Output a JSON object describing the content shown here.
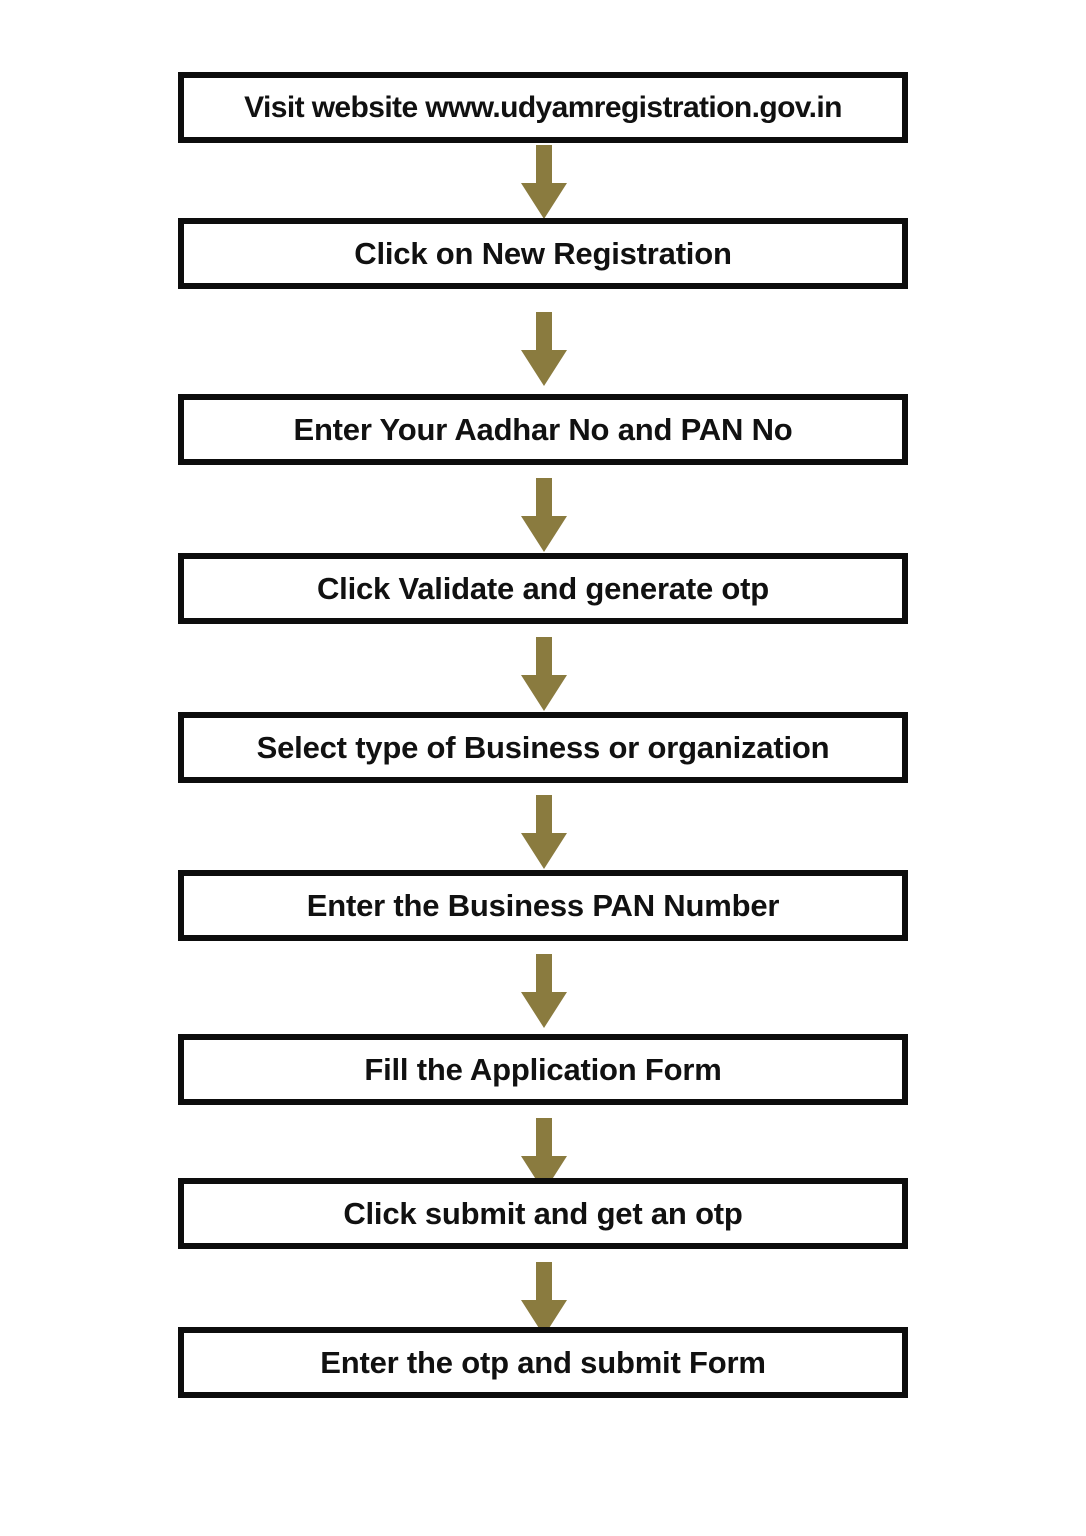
{
  "document": {
    "title": "Udyam Registration Process Flowchart",
    "background_color": "#ffffff"
  },
  "style": {
    "box_border_color": "#0d0d0d",
    "box_fill_color": "#ffffff",
    "text_color": "#111111",
    "arrow_color": "#8a7b3f"
  },
  "flowchart": {
    "type": "vertical-sequence",
    "orientation": "top-to-bottom",
    "step_count": 9,
    "connector_count": 8,
    "steps": [
      {
        "index": 1,
        "label": "Visit website www.udyamregistration.gov.in"
      },
      {
        "index": 2,
        "label": "Click on New Registration"
      },
      {
        "index": 3,
        "label": "Enter Your Aadhar No and PAN No"
      },
      {
        "index": 4,
        "label": "Click Validate and generate otp"
      },
      {
        "index": 5,
        "label": "Select type of Business or organization"
      },
      {
        "index": 6,
        "label": "Enter the Business PAN Number"
      },
      {
        "index": 7,
        "label": "Fill the Application Form"
      },
      {
        "index": 8,
        "label": "Click submit and get an otp"
      },
      {
        "index": 9,
        "label": "Enter the otp and submit Form"
      }
    ],
    "connectors": [
      {
        "from": 1,
        "to": 2,
        "shape": "down-arrow"
      },
      {
        "from": 2,
        "to": 3,
        "shape": "down-arrow"
      },
      {
        "from": 3,
        "to": 4,
        "shape": "down-arrow"
      },
      {
        "from": 4,
        "to": 5,
        "shape": "down-arrow"
      },
      {
        "from": 5,
        "to": 6,
        "shape": "down-arrow"
      },
      {
        "from": 6,
        "to": 7,
        "shape": "down-arrow"
      },
      {
        "from": 7,
        "to": 8,
        "shape": "down-arrow"
      },
      {
        "from": 8,
        "to": 9,
        "shape": "down-arrow"
      }
    ]
  }
}
